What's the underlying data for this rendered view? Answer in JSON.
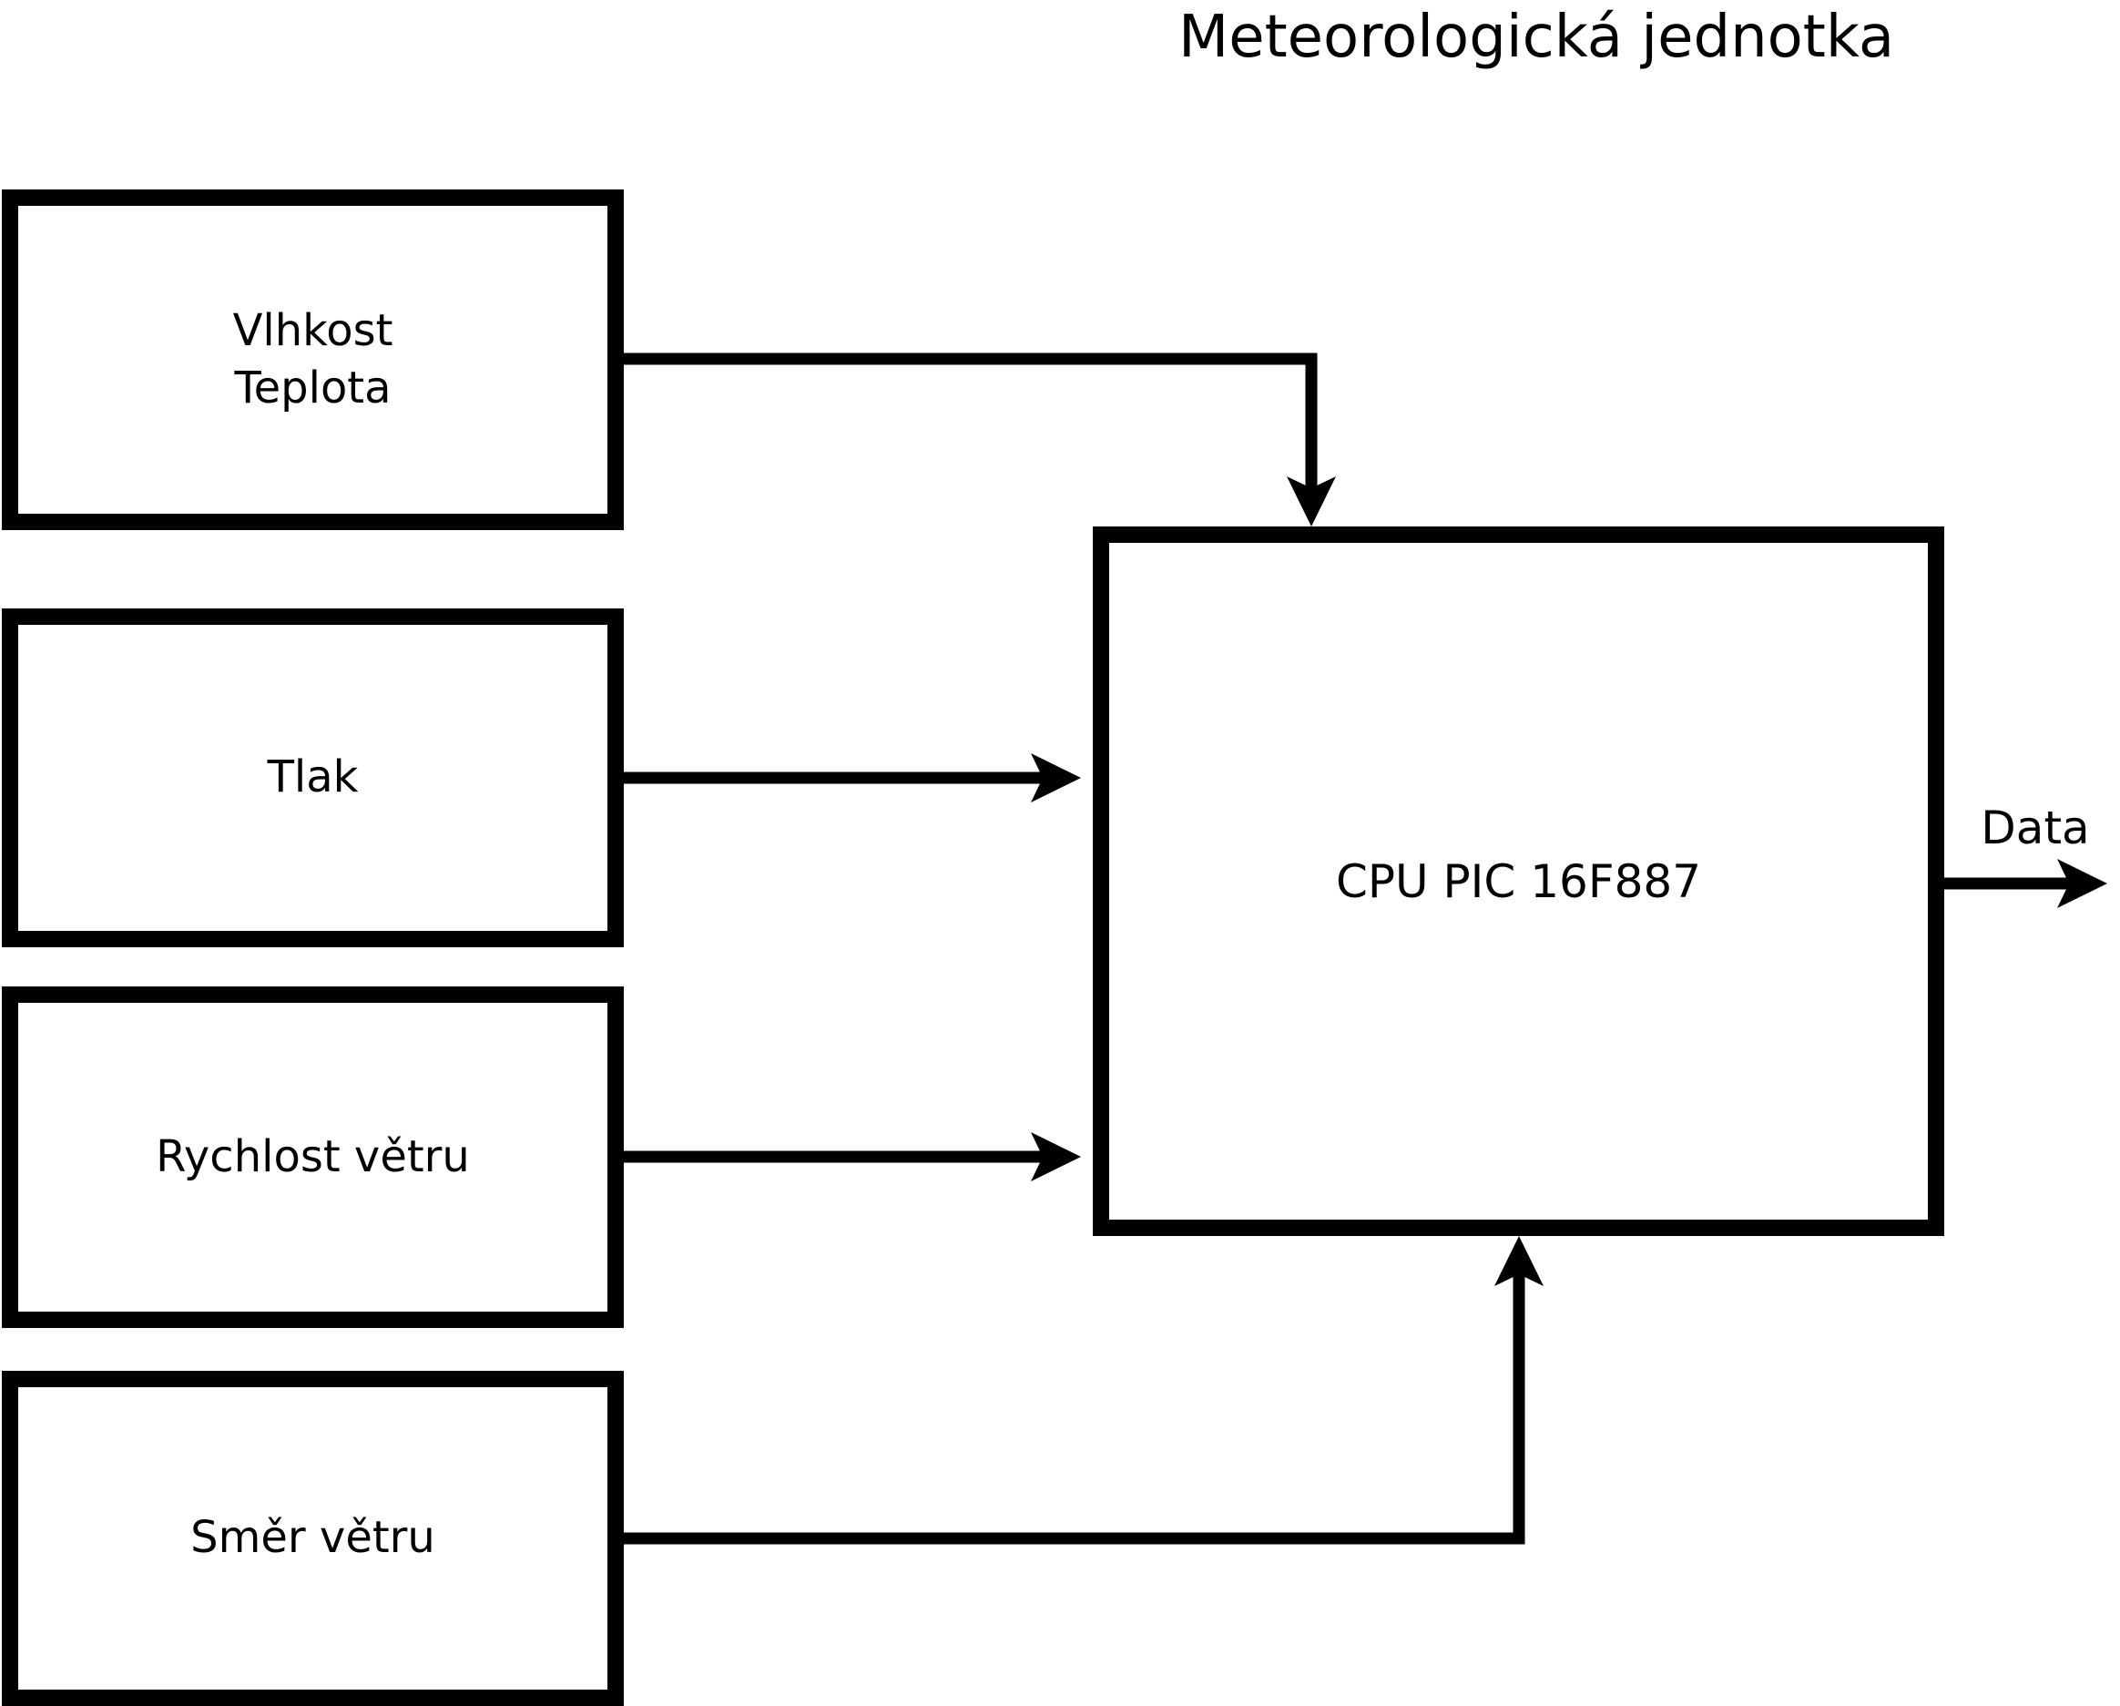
{
  "title": "Meteorologická jednotka",
  "sensors": [
    {
      "lines": [
        "Vlhkost",
        "Teplota"
      ]
    },
    {
      "lines": [
        "Tlak"
      ]
    },
    {
      "lines": [
        "Rychlost větru"
      ]
    },
    {
      "lines": [
        "Směr větru"
      ]
    }
  ],
  "cpu": {
    "label": "CPU PIC 16F887"
  },
  "output": {
    "label": "Data"
  },
  "colors": {
    "ink": "#000000",
    "paper": "#ffffff",
    "box_fill": "#ffffff"
  }
}
